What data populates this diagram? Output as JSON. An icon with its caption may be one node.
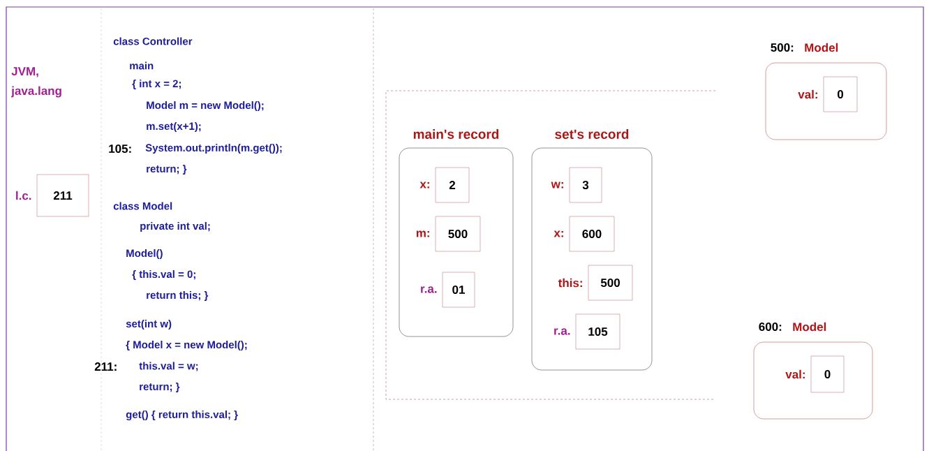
{
  "diagram": {
    "nodes": [
      {
        "text": [
          "211"
        ],
        "beside": [
          "l.c."
        ]
      },
      {
        "text": [
          "main's record"
        ]
      },
      {
        "text": [
          "2"
        ],
        "beside": [
          "x:"
        ],
        "in": 1
      },
      {
        "text": [
          "500"
        ],
        "beside": [
          "m:"
        ],
        "in": 1
      },
      {
        "text": [
          "01"
        ],
        "beside": [
          "r.a."
        ],
        "in": 1
      },
      {
        "text": [
          "set's record"
        ]
      },
      {
        "text": [
          "3"
        ],
        "beside": [
          "w:"
        ],
        "in": 5
      },
      {
        "text": [
          "600"
        ],
        "beside": [
          "x:"
        ],
        "in": 5
      },
      {
        "text": [
          "500"
        ],
        "beside": [
          "this:"
        ],
        "in": 5
      },
      {
        "text": [
          "105"
        ],
        "beside": [
          "r.a."
        ],
        "in": 5
      },
      {
        "text": [
          "500:",
          "Model"
        ]
      },
      {
        "text": [
          "0"
        ],
        "beside": [
          "val:"
        ],
        "in": 10
      },
      {
        "text": [
          "600:",
          "Model"
        ]
      },
      {
        "text": [
          "0"
        ],
        "beside": [
          "val:"
        ],
        "in": 12
      }
    ],
    "labels": [
      "JVM, java.lang",
      "class Controller",
      "main",
      "{ int x = 2;",
      "Model m = new Model();",
      "m.set(x+1);",
      "105:",
      "System.out.println(m.get());",
      "return; }",
      "class Model",
      "private int val;",
      "Model()",
      "{ this.val = 0;",
      "return this; }",
      "set(int w)",
      "{ Model x = new Model();",
      "211:",
      "this.val = w;",
      "return; }",
      "get()  { return this.val; }"
    ]
  }
}
